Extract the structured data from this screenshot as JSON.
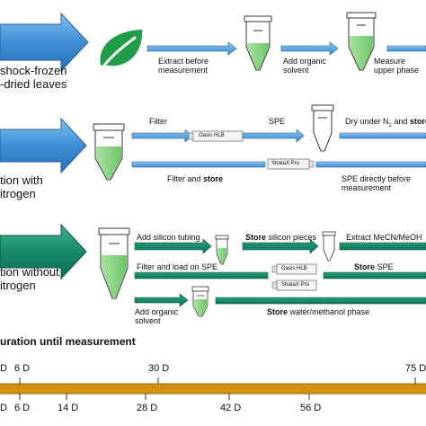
{
  "row1": {
    "label_line1": "shock-frozen",
    "label_line2": "-dried leaves",
    "step1": "Extract before\nmeasurement",
    "step2": "Add organic\nsolvent",
    "step3": "Measure\nupper phase"
  },
  "row2": {
    "label_line1": "tion with",
    "label_line2": "itrogen",
    "filter": "Filter",
    "spe": "SPE",
    "dry": "Dry under N",
    "dry_sub": "2",
    "dry_and": " and ",
    "dry_store": "store",
    "oasis_label": "Oasis HLB",
    "filter_and": "Filter and ",
    "filter_store": "store",
    "stratax_label": "StrataX Pro",
    "spe_direct": "SPE directly before\nmeasurement"
  },
  "row3": {
    "label_line1": "tion without",
    "label_line2": "itrogen",
    "add_tubing": "Add silicon tubing",
    "store_word": "Store",
    "store_pieces": " silicon pieces",
    "extract": "Extract MeCN/MeOH",
    "filter_load": "Filter and load on SPE",
    "oasis_label": "Oasis HLB",
    "store_spe_bold": "Store",
    "store_spe_rest": " SPE",
    "stratax_label": "StrataX Pro",
    "add_organic": "Add organic\nsolvent",
    "store_water_bold": "Store",
    "store_water_rest": " water/methanol phase"
  },
  "timeline": {
    "title": "uration until measurement",
    "top_labels": [
      "D",
      "6 D",
      "30 D",
      "75 D"
    ],
    "bottom_labels": [
      "D",
      "6 D",
      "14 D",
      "28 D",
      "42 D",
      "56 D"
    ],
    "bar_color": "#d4900e"
  },
  "colors": {
    "blue_arrow": "#3e8fd6",
    "teal_arrow": "#168a6a",
    "leaf_green": "#1e9c48",
    "liquid_green": "#8fd68a"
  }
}
